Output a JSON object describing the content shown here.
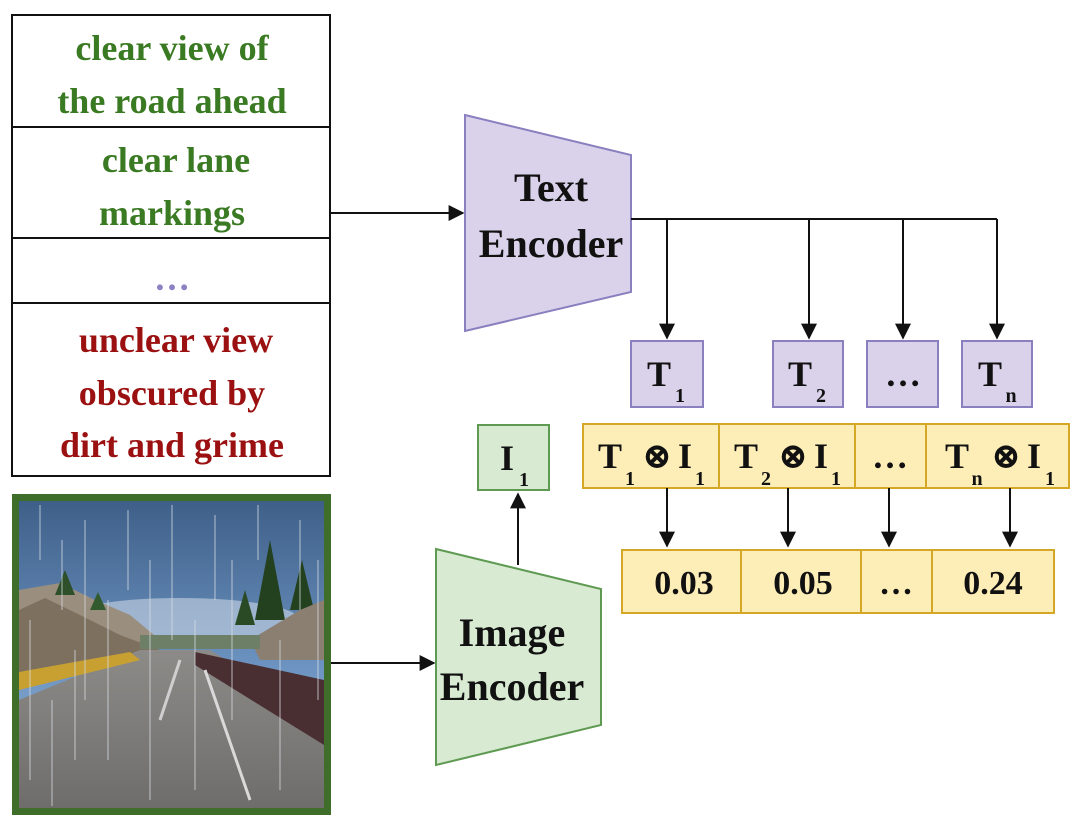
{
  "prompts": {
    "positive_1": [
      "clear view of",
      "the road ahead"
    ],
    "positive_2": [
      "clear  lane",
      "markings"
    ],
    "ellipsis": "…",
    "negative": [
      "unclear  view",
      "obscured by",
      "dirt and grime"
    ]
  },
  "text_encoder": {
    "line1": "Text",
    "line2": "Encoder"
  },
  "image_encoder": {
    "line1": "Image",
    "line2": "Encoder"
  },
  "text_tokens": [
    {
      "base": "T",
      "sub": "1"
    },
    {
      "base": "T",
      "sub": "2"
    },
    {
      "base": "…",
      "sub": ""
    },
    {
      "base": "T",
      "sub": "n"
    }
  ],
  "image_token": {
    "base": "I",
    "sub": "1"
  },
  "products": [
    {
      "t": "T",
      "tsub": "1",
      "op": "⊗",
      "i": "I",
      "isub": "1"
    },
    {
      "t": "T",
      "tsub": "2",
      "op": "⊗",
      "i": "I",
      "isub": "1"
    },
    {
      "ellipsis": "…"
    },
    {
      "t": "T",
      "tsub": "n",
      "op": "⊗",
      "i": "I",
      "isub": "1"
    }
  ],
  "scores": [
    "0.03",
    "0.05",
    "…",
    "0.24"
  ],
  "colors": {
    "text_encoder_fill": "#d9d2ea",
    "text_encoder_stroke": "#8a7fbf",
    "image_encoder_fill": "#d8ead2",
    "image_encoder_stroke": "#5f9a52",
    "product_fill": "#fdeeb8",
    "product_stroke": "#d4a826",
    "image_frame": "#3f6e2a",
    "positive_text": "#3a7a22",
    "negative_text": "#9b1010"
  }
}
